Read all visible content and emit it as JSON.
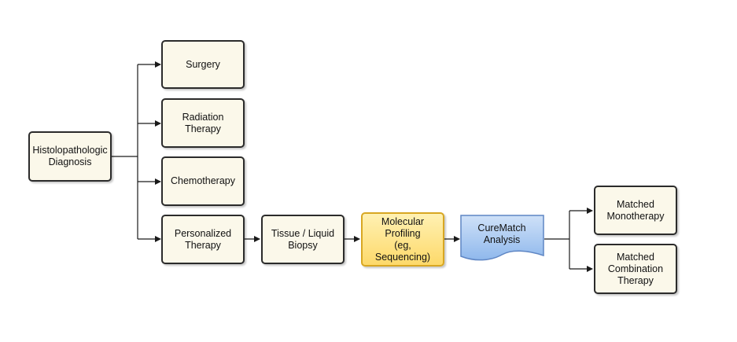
{
  "nodes": {
    "diagnosis": "Histolopathologic\nDiagnosis",
    "surgery": "Surgery",
    "radiation": "Radiation\nTherapy",
    "chemotherapy": "Chemotherapy",
    "personalized": "Personalized\nTherapy",
    "biopsy": "Tissue / Liquid\nBiopsy",
    "profiling": "Molecular\nProfiling\n(eg, Sequencing)",
    "curematch": "CureMatch\nAnalysis",
    "monotherapy": "Matched\nMonotherapy",
    "combination": "Matched\nCombination\nTherapy"
  },
  "colors": {
    "box_fill": "#fbf8ea",
    "box_border": "#2b2b2b",
    "profiling_fill": "#fdd96a",
    "profiling_border": "#d8a722",
    "curematch_fill": "#9cc2ee",
    "curematch_border": "#5f86c4",
    "connector": "#1a1a1a"
  }
}
